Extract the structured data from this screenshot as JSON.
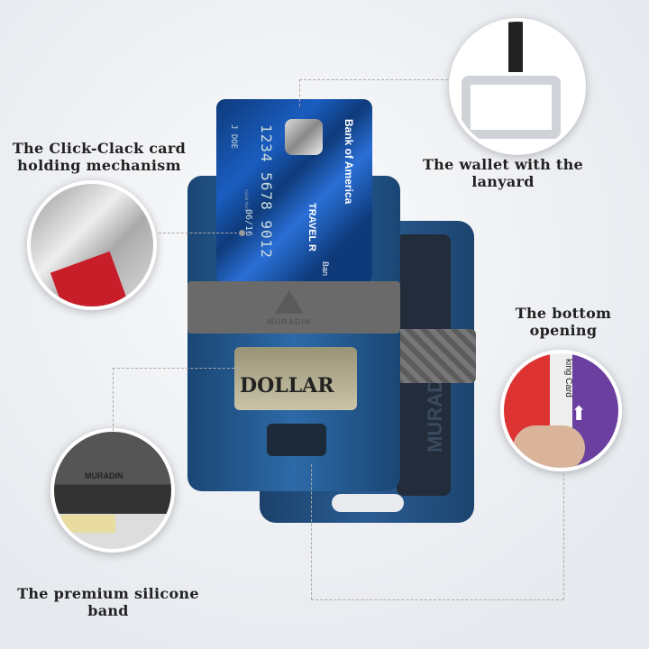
{
  "callouts": {
    "click_clack": "The Click-Clack card holding mechanism",
    "lanyard": "The wallet with the lanyard",
    "bottom": "The bottom opening",
    "band": "The premium silicone band"
  },
  "card": {
    "bank": "Bank of America",
    "number": "1234 5678 9012",
    "name": "J DOE",
    "valid_label": "valid thru",
    "expiry": "06/16",
    "product": "TRAVEL R",
    "product_sub": "Ban"
  },
  "brand": "MURADIN",
  "banknote": "DOLLAR",
  "back_brand": "MURAD",
  "inset_card_text": "king Card",
  "colors": {
    "wallet": "#1f4f82",
    "card": "#123f8a",
    "band": "#6b6b6b"
  }
}
